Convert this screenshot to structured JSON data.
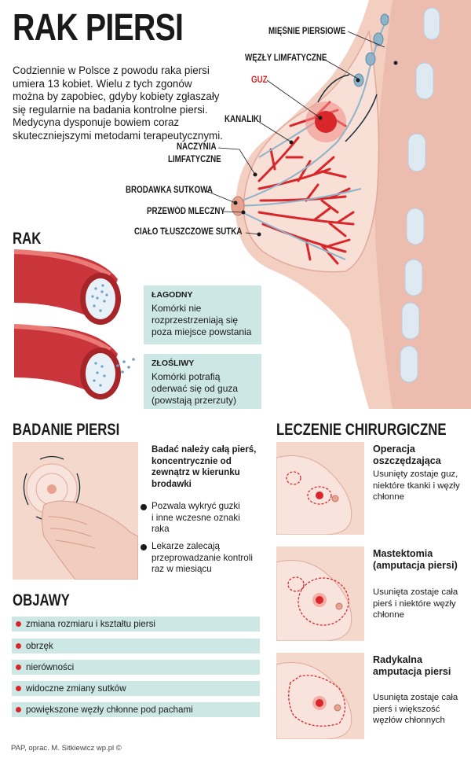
{
  "title": "RAK PIERSI",
  "intro": "Codziennie w Polsce z powodu raka piersi umiera 13 kobiet. Wielu z tych zgonów można by zapobiec, gdyby kobiety zgłaszały się regularnie na badania kontrolne piersi. Medycyna dysponuje bowiem coraz skuteczniejszymi metodami terapeutycznymi.",
  "anatomy": {
    "muscles": "MIĘŚNIE PIERSIOWE",
    "lymph_nodes": "WĘZŁY LIMFATYCZNE",
    "tumor": "GUZ",
    "ducts": "KANALIKI",
    "lymph_vessels_1": "NACZYNIA",
    "lymph_vessels_2": "LIMFATYCZNE",
    "nipple": "BRODAWKA SUTKOWA",
    "milk_duct": "PRZEWÓD MLECZNY",
    "fat_tissue": "CIAŁO TŁUSZCZOWE SUTKA"
  },
  "cancer": {
    "heading": "RAK",
    "benign": {
      "title": "ŁAGODNY",
      "text": "Komórki nie rozprzestrzeniają się poza miejsce powstania"
    },
    "malignant": {
      "title": "ZŁOŚLIWY",
      "text": "Komórki potrafią oderwać się od guza (powstają przerzuty)"
    }
  },
  "exam": {
    "heading": "BADANIE PIERSI",
    "instruction": "Badać należy całą pierś, koncentrycznie od zewnątrz w kierunku brodawki",
    "bullets": [
      "Pozwala wykryć guzki i inne wczesne oznaki raka",
      "Lekarze zalecają przeprowadzanie kontroli raz w miesiącu"
    ]
  },
  "symptoms": {
    "heading": "OBJAWY",
    "items": [
      "zmiana rozmiaru i kształtu piersi",
      "obrzęk",
      "nierówności",
      "widoczne zmiany sutków",
      "powiększone węzły chłonne pod pachami"
    ]
  },
  "surgery": {
    "heading": "LECZENIE CHIRURGICZNE",
    "items": [
      {
        "title": "Operacja oszczędzająca",
        "text": "Usunięty zostaje guz, niektóre tkanki i węzły chłonne"
      },
      {
        "title": "Mastektomia (amputacja piersi)",
        "text": "Usunięta zostaje cała pierś i niektóre węzły chłonne"
      },
      {
        "title": "Radykalna amputacja piersi",
        "text": "Usunięta zostaje cała pierś i większość węzłów chłonnych"
      }
    ]
  },
  "source": "PAP, oprac. M. Sitkiewicz wp.pl ©",
  "colors": {
    "accent_red": "#d9262b",
    "teal_box": "#cde8e4",
    "skin": "#f5d8cc",
    "vessel_blue": "#8fb3c8"
  }
}
